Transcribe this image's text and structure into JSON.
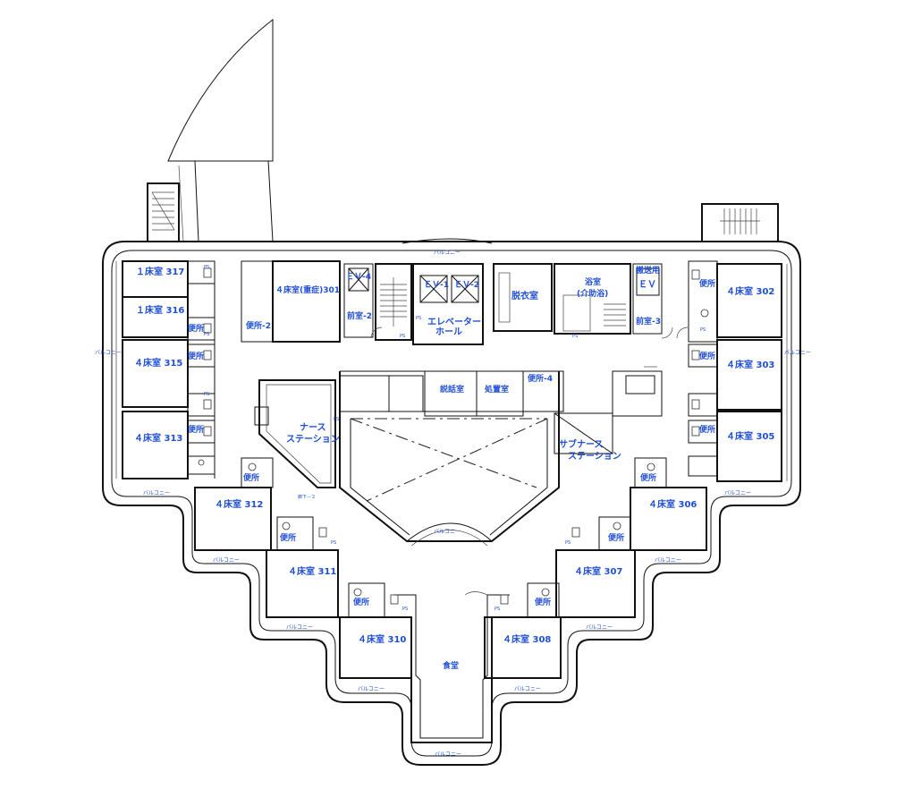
{
  "colors": {
    "label": "#1f4fd6",
    "wall": "#111111",
    "background": "#ffffff"
  },
  "labels": {
    "r317": "１床室 317",
    "r316": "１床室 316",
    "r315": "４床室 315",
    "r313": "４床室 313",
    "r312": "４床室 312",
    "r311": "４床室 311",
    "r310": "４床室 310",
    "r308": "４床室 308",
    "r307": "４床室 307",
    "r306": "４床室 306",
    "r305": "４床室 305",
    "r303": "４床室 303",
    "r302": "４床室 302",
    "r301": "４床室(重症)301",
    "toilet": "便所",
    "toilet2": "便所-2",
    "toilet4": "便所-4",
    "ev4": "ＥＶ-4",
    "front2": "前室-2",
    "front3": "前室-3",
    "ev1": "ＥＶ-1",
    "ev2": "ＥＶ-2",
    "elevator_hall_1": "エレベーター",
    "elevator_hall_2": "ホール",
    "dressing": "脱衣室",
    "bath_1": "浴室",
    "bath_2": "(介助浴)",
    "transport": "搬送用",
    "ev": "ＥＶ",
    "consult": "説話室",
    "treatment": "処置室",
    "nurse_1": "ナース",
    "nurse_2": "ステーション",
    "sub_nurse_1": "サブナース",
    "sub_nurse_2": "ステーション",
    "corridor2": "廊下－２",
    "dining": "食堂",
    "balcony": "バルコニー",
    "ps": "PS"
  }
}
